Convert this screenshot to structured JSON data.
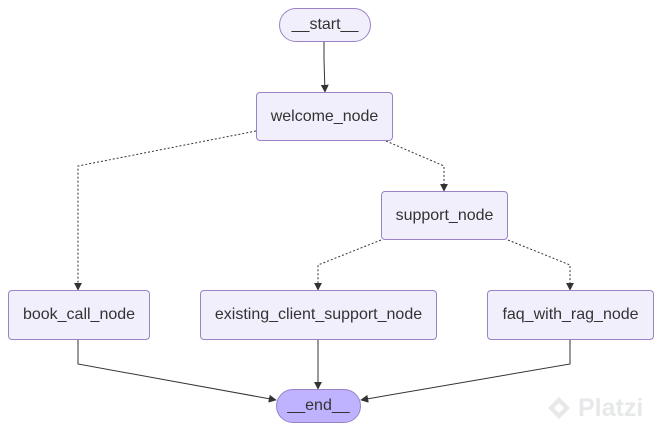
{
  "nodes": {
    "start": "__start__",
    "welcome": "welcome_node",
    "support": "support_node",
    "book_call": "book_call_node",
    "existing_client_support": "existing_client_support_node",
    "faq_with_rag": "faq_with_rag_node",
    "end": "__end__"
  },
  "edges": [
    {
      "from": "__start__",
      "to": "welcome_node",
      "style": "solid"
    },
    {
      "from": "welcome_node",
      "to": "book_call_node",
      "style": "dotted"
    },
    {
      "from": "welcome_node",
      "to": "support_node",
      "style": "dotted"
    },
    {
      "from": "support_node",
      "to": "existing_client_support_node",
      "style": "dotted"
    },
    {
      "from": "support_node",
      "to": "faq_with_rag_node",
      "style": "dotted"
    },
    {
      "from": "book_call_node",
      "to": "__end__",
      "style": "solid"
    },
    {
      "from": "existing_client_support_node",
      "to": "__end__",
      "style": "solid"
    },
    {
      "from": "faq_with_rag_node",
      "to": "__end__",
      "style": "solid"
    }
  ],
  "colors": {
    "node_fill": "#f2effd",
    "node_border": "#9b82c7",
    "end_fill": "#bfb3ff",
    "edge": "#333333",
    "watermark": "#e6e8ea"
  },
  "watermark": {
    "text": "Platzi",
    "icon": "platzi-logo-icon"
  }
}
